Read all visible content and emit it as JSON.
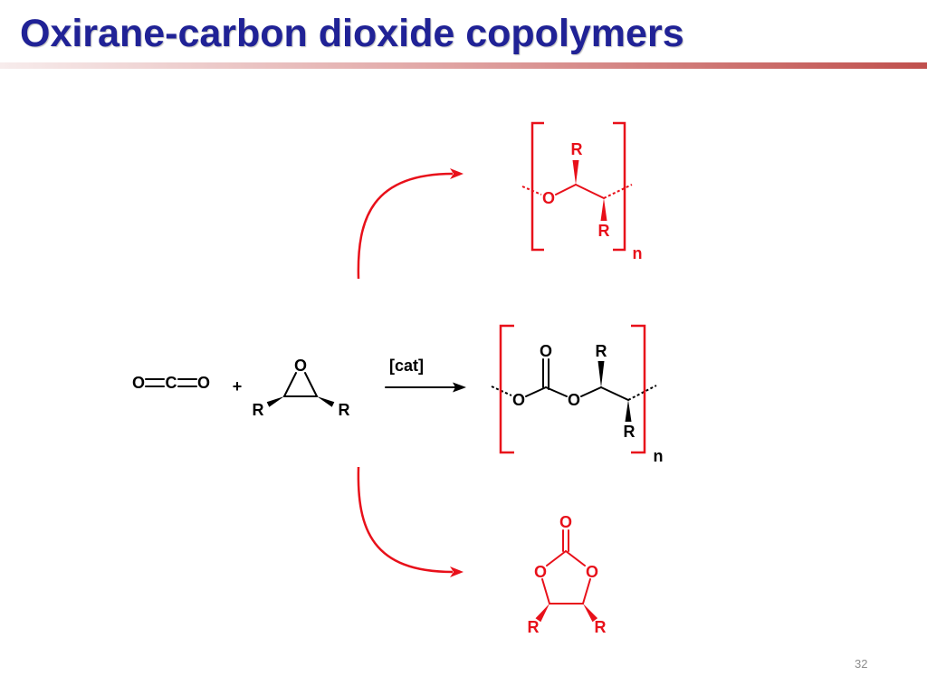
{
  "title": "Oxirane-carbon dioxide copolymers",
  "page_number": "32",
  "colors": {
    "title": "#202296",
    "underline_start": "#f7ecec",
    "underline_end": "#c0504d",
    "product_red": "#e8101a",
    "structure_black": "#000000",
    "page_number": "#8c8c8c"
  },
  "scheme": {
    "carbon_dioxide": {
      "o_left": "O",
      "c": "C",
      "o_right": "O"
    },
    "plus": "+",
    "epoxide": {
      "o": "O",
      "r_left": "R",
      "r_right": "R"
    },
    "catalyst": "[cat]",
    "polycarbonate": {
      "o_left": "O",
      "o_carbonyl": "O",
      "o_right": "O",
      "r_top": "R",
      "r_bottom": "R",
      "n": "n"
    },
    "polyether": {
      "o": "O",
      "r_top": "R",
      "r_bottom": "R",
      "n": "n"
    },
    "cyclic_carbonate": {
      "o_carbonyl": "O",
      "o_left": "O",
      "o_right": "O",
      "r_left": "R",
      "r_right": "R"
    }
  }
}
